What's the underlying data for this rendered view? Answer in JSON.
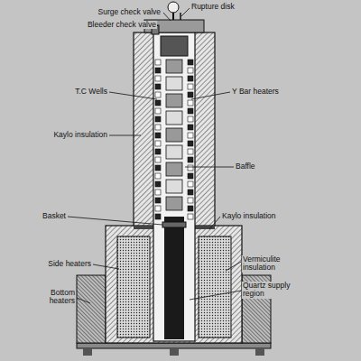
{
  "diagram": {
    "labels": [
      "Surge check valve",
      "Bleeder check valve",
      "Rupture disk",
      "T.C Wells",
      "Y Bar heaters",
      "Kaylo insulation",
      "Baffle",
      "Basket",
      "Kaylo insulation",
      "Side heaters",
      "Vermiculite insulation",
      "Bottom heaters",
      "Quartz supply region"
    ]
  }
}
